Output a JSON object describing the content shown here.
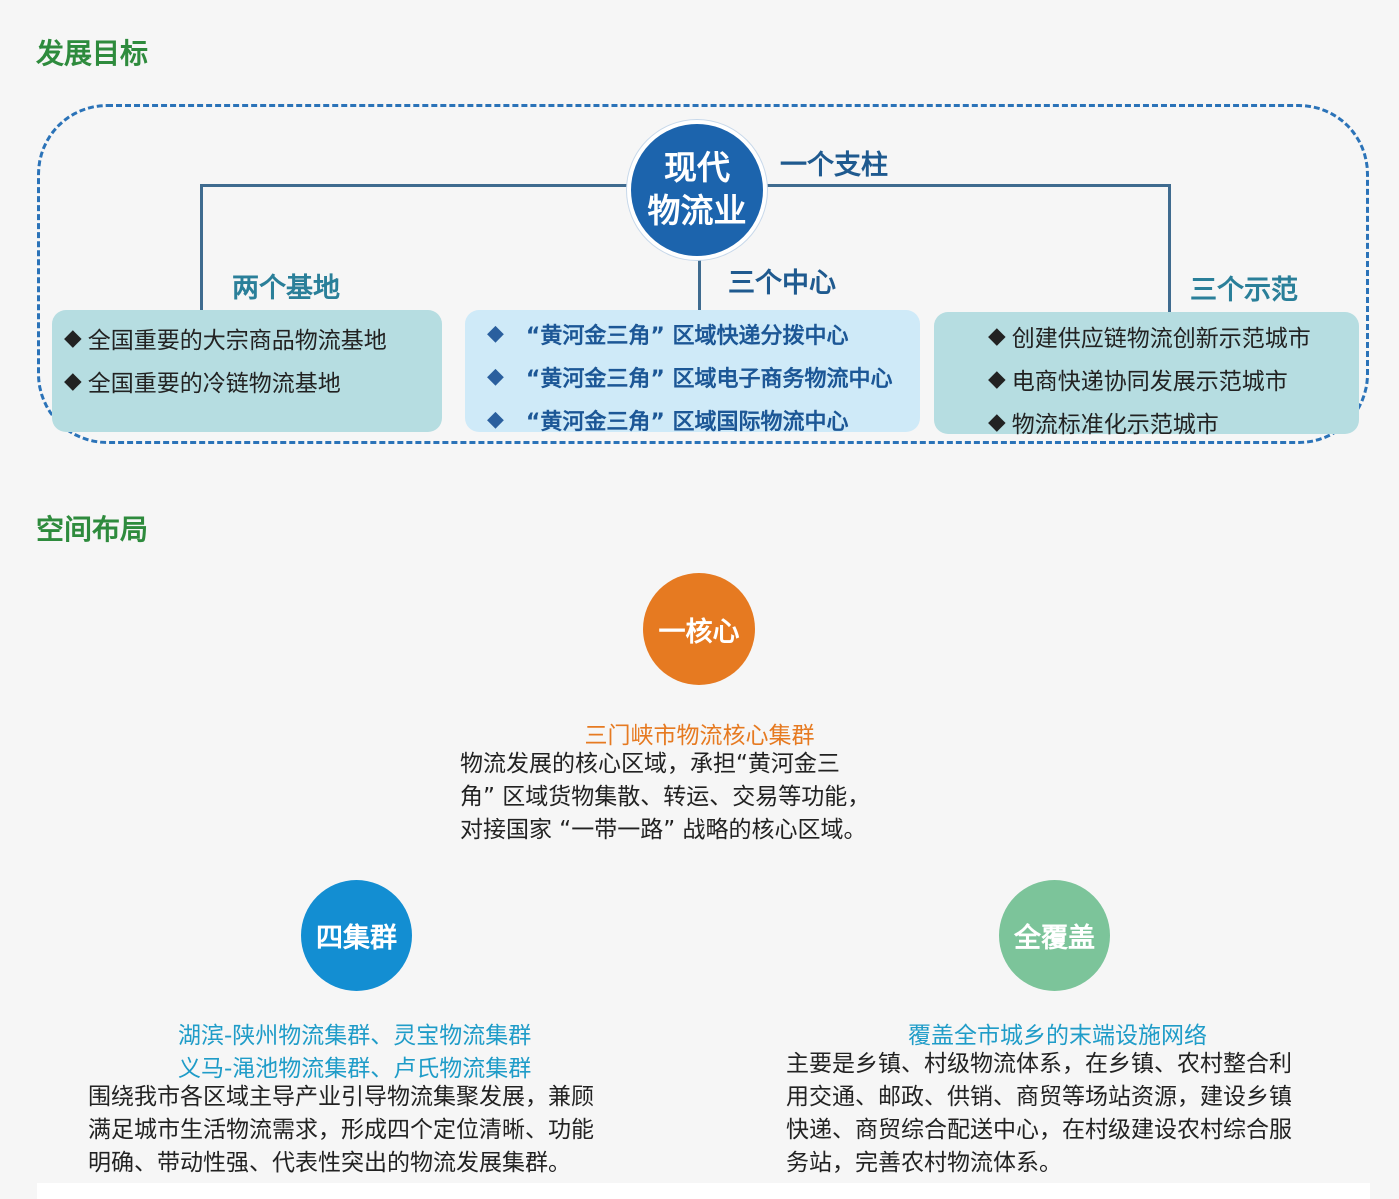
{
  "sections": {
    "goals_title": "发展目标",
    "layout_title": "空间布局"
  },
  "goals": {
    "core_line1": "现代",
    "core_line2": "物流业",
    "pillar_label": "一个支柱",
    "left_label": "两个基地",
    "mid_label": "三个中心",
    "right_label": "三个示范",
    "left_items": [
      "全国重要的大宗商品物流基地",
      "全国重要的冷链物流基地"
    ],
    "mid_items": [
      "“黄河金三角” 区域快递分拨中心",
      "“黄河金三角” 区域电子商务物流中心",
      "“黄河金三角” 区域国际物流中心"
    ],
    "right_items": [
      "创建供应链物流创新示范城市",
      "电商快递协同发展示范城市",
      "物流标准化示范城市"
    ],
    "bullet": "◆",
    "colors": {
      "core": "#1c64ad",
      "frame": "#2b73b8",
      "title_green": "#2e8b3d"
    }
  },
  "layout": {
    "core": {
      "badge": "一核心",
      "subtitle": "三门峡市物流核心集群",
      "desc": [
        "物流发展的核心区域，承担“黄河金三",
        "角” 区域货物集散、转运、交易等功能，",
        "对接国家 “一带一路” 战略的核心区域。"
      ],
      "color": "#e67a21"
    },
    "clusters": {
      "badge": "四集群",
      "subtitle1": "湖滨-陕州物流集群、灵宝物流集群",
      "subtitle2": "义马-渑池物流集群、卢氏物流集群",
      "desc": [
        "围绕我市各区域主导产业引导物流集聚发展，兼顾",
        "满足城市生活物流需求，形成四个定位清晰、功能",
        "明确、带动性强、代表性突出的物流发展集群。"
      ],
      "color": "#138ed2"
    },
    "coverage": {
      "badge": "全覆盖",
      "subtitle": "覆盖全市城乡的末端设施网络",
      "desc": [
        "主要是乡镇、村级物流体系，在乡镇、农村整合利",
        "用交通、邮政、供销、商贸等场站资源，建设乡镇",
        "快递、商贸综合配送中心，在村级建设农村综合服",
        "务站，完善农村物流体系。"
      ],
      "color": "#7cc49a"
    }
  }
}
